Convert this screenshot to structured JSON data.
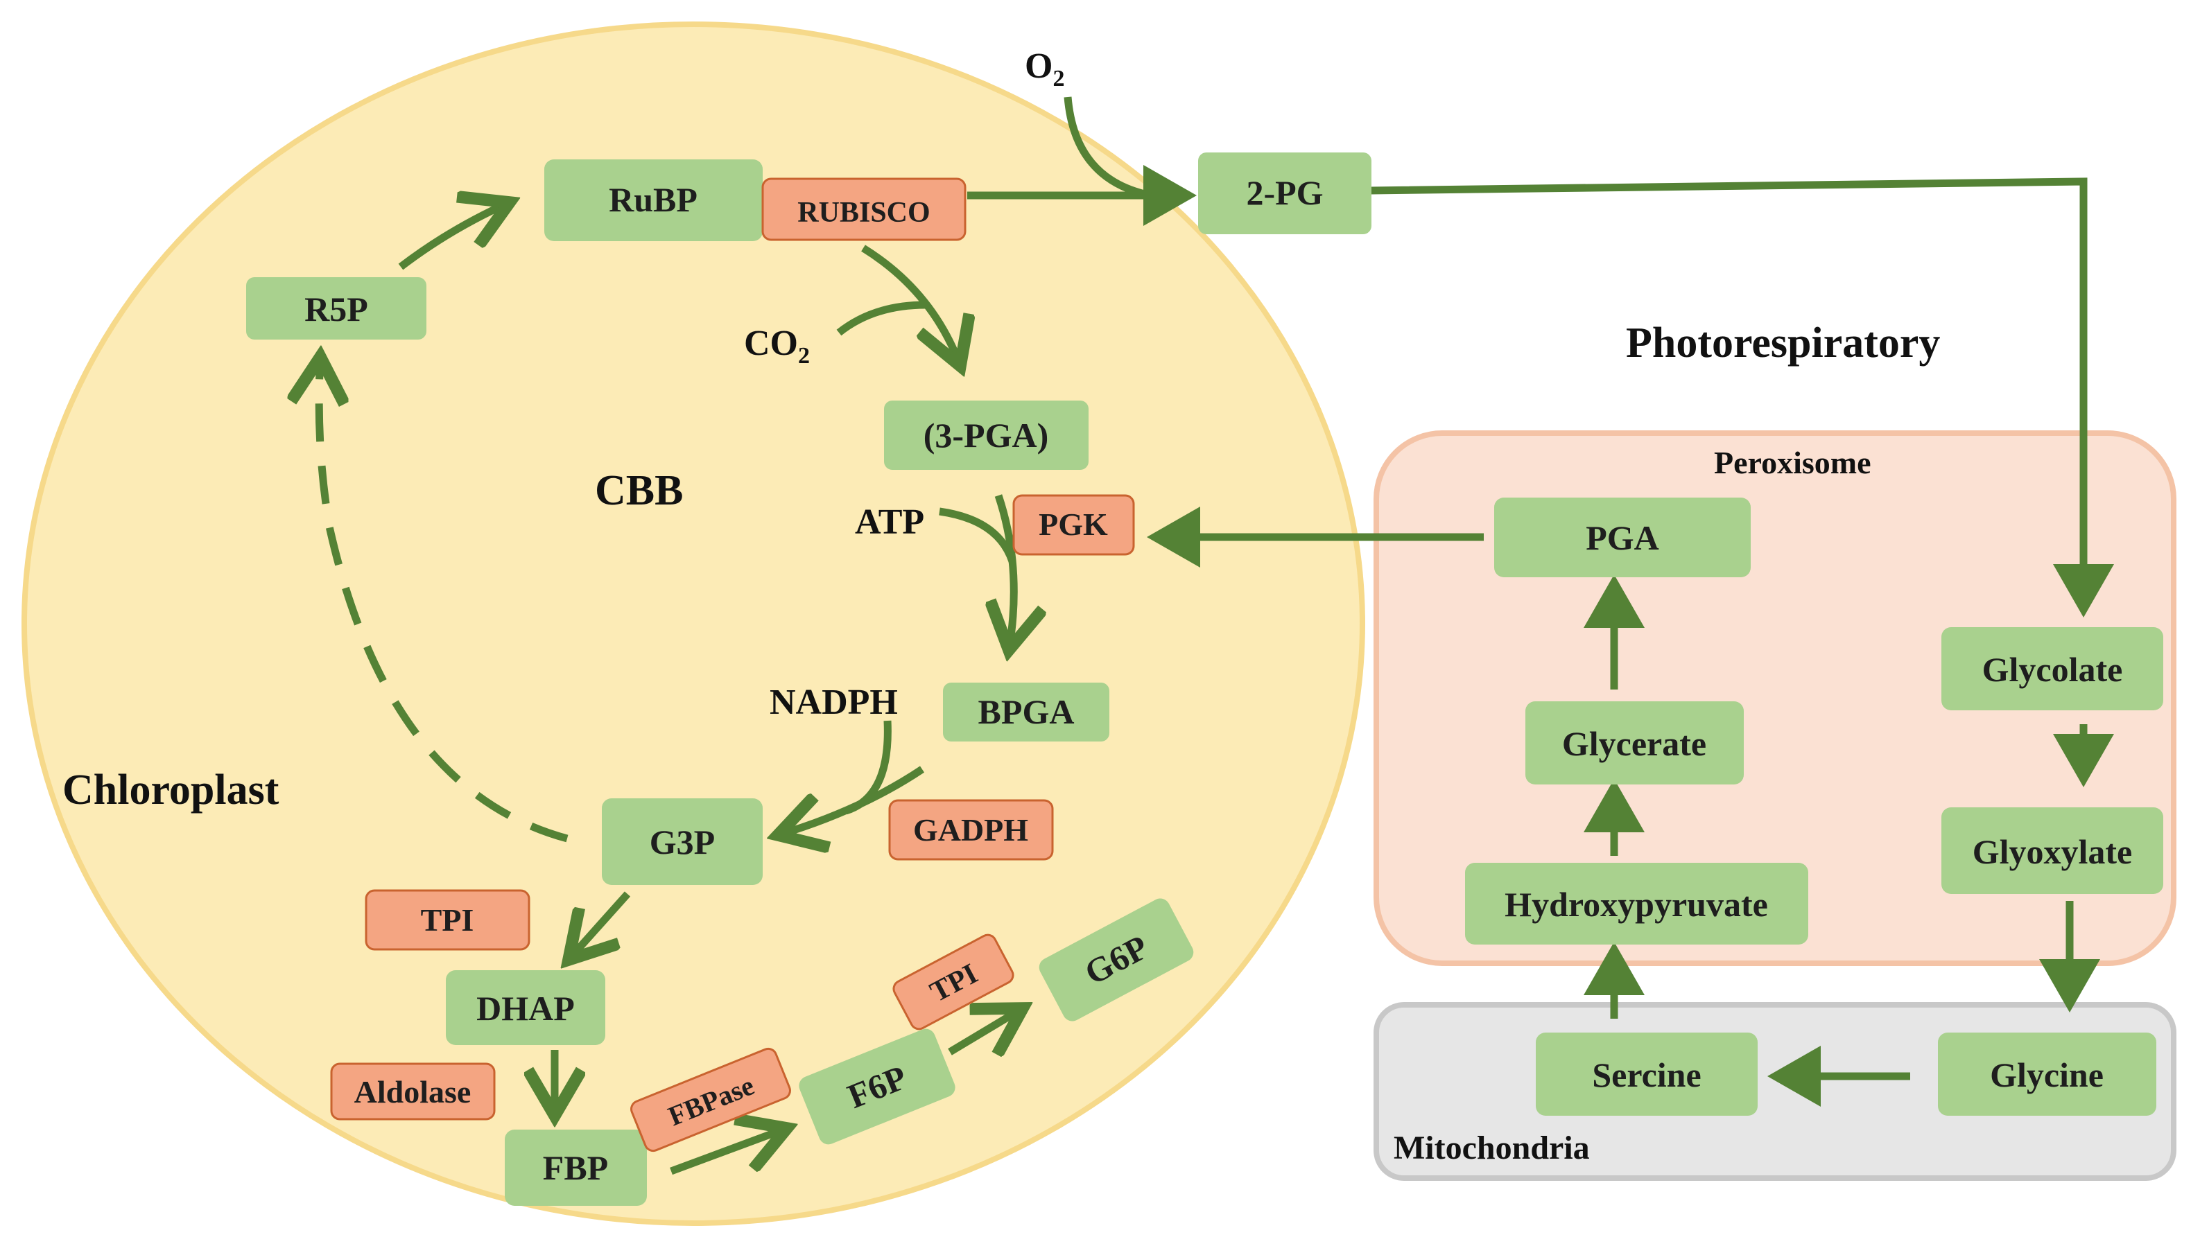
{
  "compartments": {
    "chloroplast": "Chloroplast",
    "peroxisome": "Peroxisome",
    "mitochondria": "Mitochondria"
  },
  "pathways": {
    "cbb": "CBB",
    "photorespiratory": "Photorespiratory"
  },
  "molecules": {
    "o2": "O",
    "o2_sub": "2",
    "co2": "CO",
    "co2_sub": "2",
    "atp": "ATP",
    "nadph": "NADPH"
  },
  "metabolites": {
    "rubp": "RuBP",
    "r5p": "R5P",
    "pga3": "(3-PGA)",
    "bpga": "BPGA",
    "g3p": "G3P",
    "dhap": "DHAP",
    "fbp": "FBP",
    "f6p": "F6P",
    "g6p": "G6P",
    "pg2": "2-PG",
    "pga": "PGA",
    "glycerate": "Glycerate",
    "hydroxypyruvate": "Hydroxypyruvate",
    "glycolate": "Glycolate",
    "glyoxylate": "Glyoxylate",
    "glycine": "Glycine",
    "sercine": "Sercine"
  },
  "enzymes": {
    "rubisco": "RUBISCO",
    "pgk": "PGK",
    "gadph": "GADPH",
    "tpi_1": "TPI",
    "aldolase": "Aldolase",
    "fbpase": "FBPase",
    "tpi_2": "TPI"
  },
  "colors": {
    "chloroplast_fill": "#fcebb6",
    "chloroplast_border": "#f6d98a",
    "peroxisome_fill": "#fbe1d3",
    "peroxisome_border": "#f4c3a6",
    "mitochondria_fill": "#e6e6e6",
    "mitochondria_border": "#c8c8c8",
    "node_fill": "#a9d18e",
    "enzyme_fill": "#f4a582",
    "enzyme_border": "#c9632f",
    "arrow": "#548235"
  }
}
